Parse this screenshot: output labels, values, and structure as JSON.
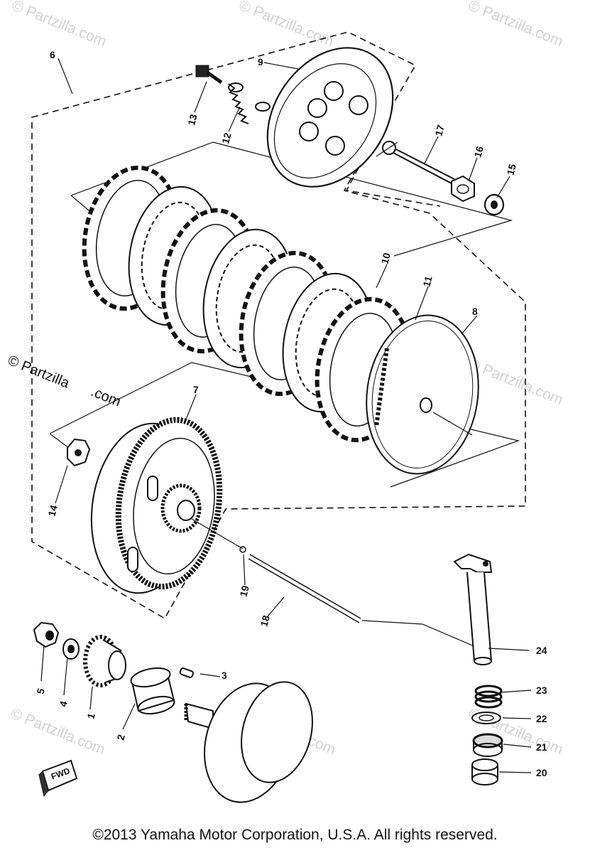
{
  "watermarks": {
    "brand": "© Partzilla.com",
    "brand_dark_line1": "© Partzilla",
    "brand_dark_line2": ".com"
  },
  "callouts": [
    "1",
    "2",
    "3",
    "4",
    "5",
    "6",
    "7",
    "8",
    "9",
    "10",
    "11",
    "12",
    "13",
    "14",
    "15",
    "16",
    "17",
    "18",
    "19",
    "20",
    "21",
    "22",
    "23",
    "24"
  ],
  "fwd_label": "FWD",
  "copyright": "©2013 Yamaha Motor Corporation, U.S.A. All rights reserved."
}
